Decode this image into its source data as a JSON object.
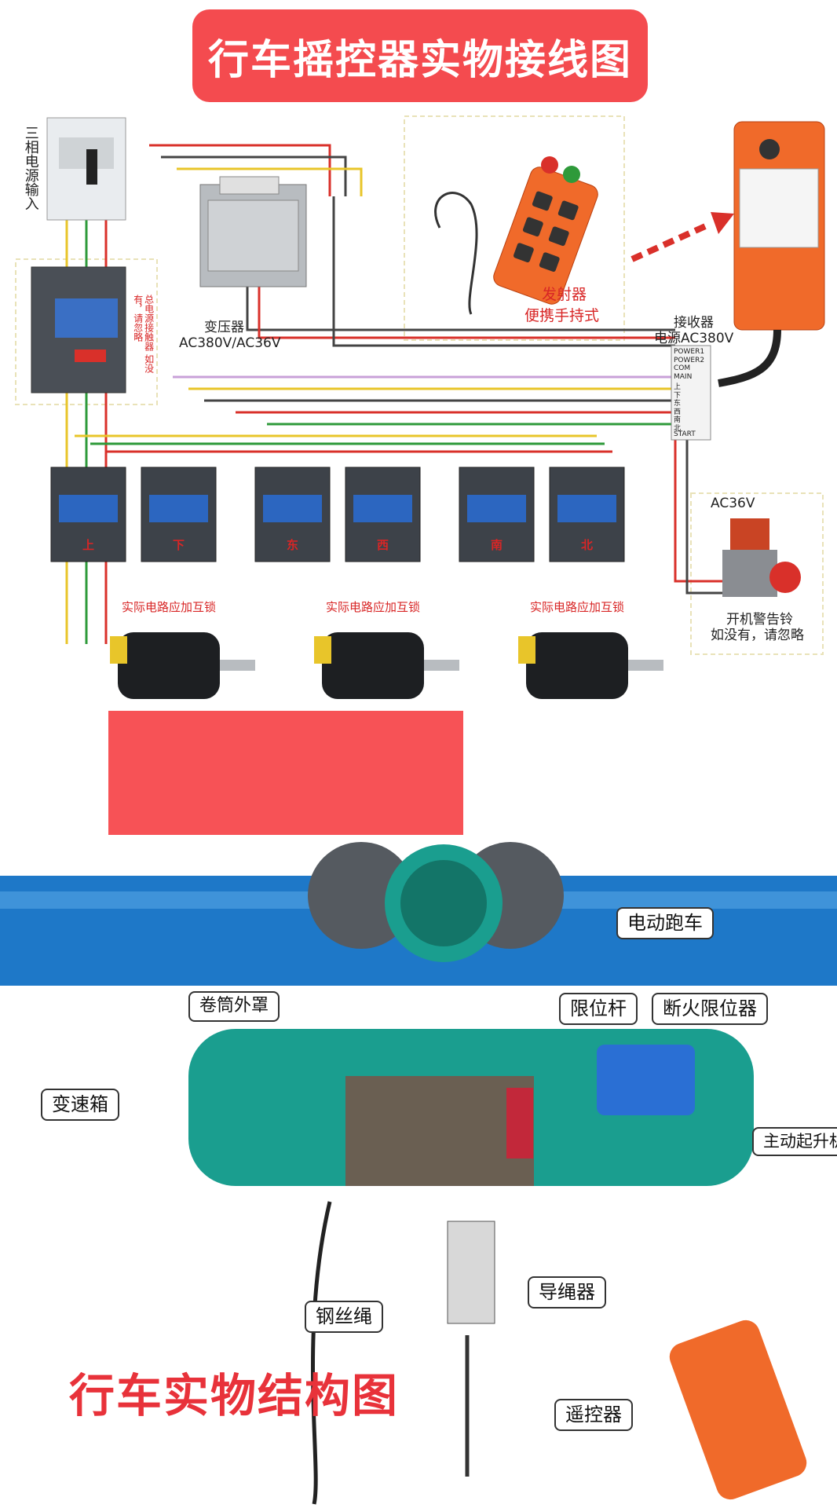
{
  "wiring": {
    "title": "行车摇控器实物接线图",
    "power_input": "三相电源输入",
    "transformer": "变压器",
    "transformer_voltage": "AC380V/AC36V",
    "main_contactor_note": "总电源接触器 如没有，请忽略",
    "transmitter_line1": "发射器",
    "transmitter_line2": "便携手持式",
    "receiver_line1": "接收器",
    "receiver_line2": "电源AC380V",
    "contactor_labels": [
      "上",
      "下",
      "东",
      "西",
      "南",
      "北"
    ],
    "interlock_note": "实际电路应加互锁",
    "alarm_voltage": "AC36V",
    "alarm_line1": "开机警告铃",
    "alarm_line2": "如没有，请忽略",
    "receiver_terminals": [
      "POWER1",
      "POWER2",
      "COM",
      "MAIN",
      "上",
      "下",
      "东",
      "西",
      "南",
      "北",
      "START"
    ]
  },
  "structure": {
    "title": "行车实物结构图",
    "tags": {
      "trolley": "电动跑车",
      "drum_cover": "卷筒外罩",
      "limit_rod": "限位杆",
      "limiter": "断火限位器",
      "gearbox": "变速箱",
      "lift_motor": "主动起升机",
      "rope_guide": "导绳器",
      "wire_rope": "钢丝绳",
      "remote": "遥控器"
    }
  },
  "colors": {
    "banner": "#f44b4f",
    "beam": "#1e78c8",
    "hoist": "#1a9e8f",
    "remote_orange": "#f06a2a",
    "wire_red": "#d9302a",
    "wire_green": "#2e9a3a",
    "wire_yellow": "#e8c52a"
  }
}
